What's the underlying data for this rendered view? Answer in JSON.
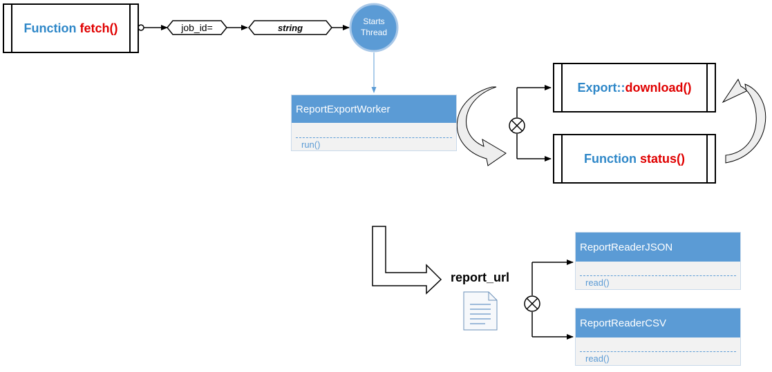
{
  "fetch": {
    "keyword": "Function",
    "name": "fetch()"
  },
  "param": {
    "label": "job_id=",
    "type": "string"
  },
  "thread": {
    "line1": "Starts",
    "line2": "Thread"
  },
  "worker": {
    "title": "ReportExportWorker",
    "method": "run()"
  },
  "download": {
    "keyword": "Export::",
    "name": "download()"
  },
  "status": {
    "keyword": "Function",
    "name": "status()"
  },
  "report_url": "report_url",
  "reader_json": {
    "title": "ReportReaderJSON",
    "method": "read()"
  },
  "reader_csv": {
    "title": "ReportReaderCSV",
    "method": "read()"
  },
  "colors": {
    "keyword": "#2e87c8",
    "name": "#e00000",
    "header": "#5b9bd5"
  }
}
